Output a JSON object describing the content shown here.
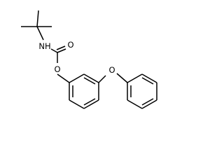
{
  "molecule": {
    "atom_labels": {
      "nh": "NH",
      "carbonyl_oxygen": "O",
      "ester_oxygen": "O",
      "ether_oxygen": "O"
    }
  }
}
